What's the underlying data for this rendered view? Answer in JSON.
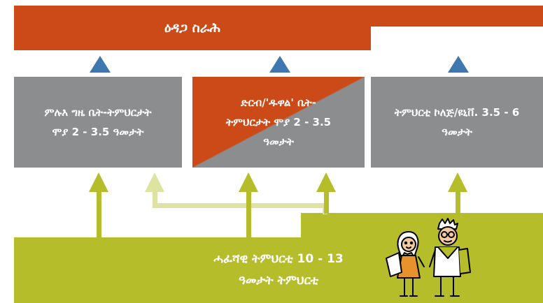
{
  "top_bar": {
    "label": "ዕዳጋ ስራሕ"
  },
  "boxes": [
    {
      "lines": [
        "ምሉእ ግዜ ቤት-ትምህርታት",
        "ሞያ 2 - 3.5 ዓመታት"
      ]
    },
    {
      "lines": [
        "ድርብ/'ዱዋል' ቤት-",
        "ትምህርታት ሞያ 2 - 3.5",
        "ዓመታት"
      ]
    },
    {
      "lines": [
        "ትምህርቲ ኮለጅ/ዩኒቨ. 3.5 - 6",
        "ዓመታት"
      ]
    }
  ],
  "bottom": {
    "lines": [
      "ሓፈሻዊ ትምህርቲ 10 - 13",
      "ዓመታት ትምህርቲ"
    ]
  },
  "illustration": {
    "name": "students-icon"
  },
  "colors": {
    "orange": "#cc4a17",
    "blue": "#3f78b0",
    "gray": "#8c8d8f",
    "green": "#b5bd2a",
    "light_green": "#dfe3a2"
  }
}
